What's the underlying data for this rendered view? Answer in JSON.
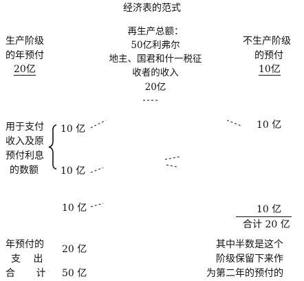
{
  "title": "经济表的范式",
  "left_class": {
    "line1": "生产阶级",
    "line2": "的年预付",
    "amount": "20亿"
  },
  "center": {
    "line1": "再生产总额：",
    "line2": "50亿利弗尔",
    "line3": "地主、国君和什一税征",
    "line4": "收者的收入",
    "amount": "20亿"
  },
  "right_class": {
    "line1": "不生产阶级",
    "line2": "的预付",
    "amount": "10亿"
  },
  "left_label": {
    "line1": "用于支付",
    "line2": "收入及原",
    "line3": "预付利息",
    "line4": "的数额"
  },
  "flows": {
    "left_upper": "10 亿",
    "left_lower": "10 亿",
    "left_third": "10 亿",
    "right_upper": "10 亿",
    "right_lower": "10 亿",
    "right_total": "合计 20 亿"
  },
  "bottom_left": {
    "annual_label": "年预付的",
    "annual_value": "20 亿",
    "expense_label": "支 出",
    "total_label": "合 计",
    "total_value": "50 亿"
  },
  "bottom_right": {
    "line1": "其中半数是这个",
    "line2": "阶级保留下来作",
    "line3": "为第二年的预付的"
  },
  "colors": {
    "ink": "#111111",
    "paper": "#ffffff"
  }
}
